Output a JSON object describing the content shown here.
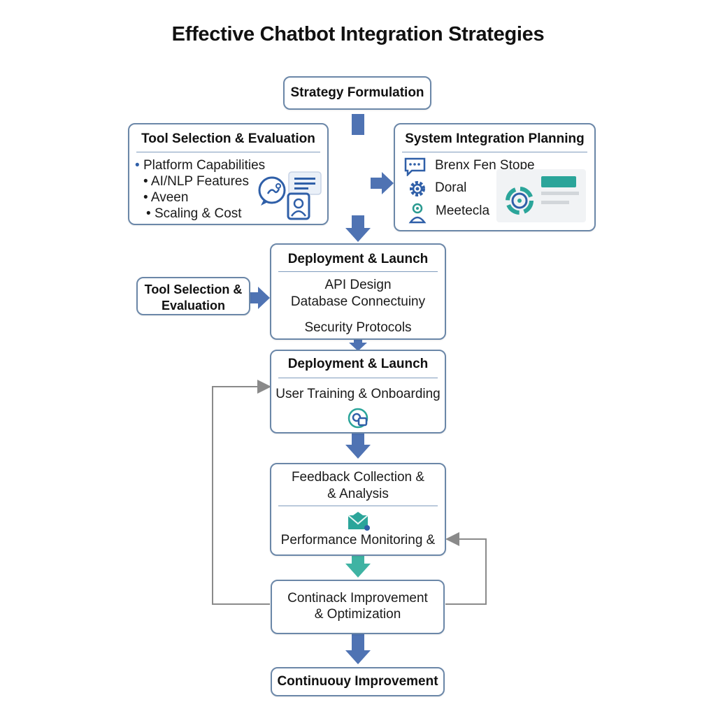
{
  "title": "Effective Chatbot Integration Strategies",
  "nodes": {
    "strategy": {
      "label": "Strategy Formulation"
    },
    "tool_selection": {
      "label": "Tool Selection & Evaluation",
      "items": [
        "Platform Capabilities",
        "AI/NLP Features",
        "Aveen",
        "Scaling & Cost"
      ]
    },
    "system_integration": {
      "label": "System Integration Planning",
      "items": [
        "Brenx Fen Stope",
        "Doral",
        "Meetecla"
      ]
    },
    "tool_selection_side": {
      "line1": "Tool Selection &",
      "line2": "Evaluation"
    },
    "deployment_1": {
      "label": "Deployment & Launch",
      "items": [
        "API Design",
        "Database Connectuiny",
        "Security Protocols"
      ]
    },
    "deployment_2": {
      "label": "Deployment & Launch",
      "items": [
        "User Training & Onboarding"
      ]
    },
    "feedback": {
      "line1": "Feedback Collection &",
      "line2": "& Analysis",
      "items": [
        "Performance Monitoring &"
      ]
    },
    "continack": {
      "line1": "Continack Improvement",
      "line2": "& Optimization"
    },
    "continuous": {
      "label": "Continuouy Improvement"
    }
  },
  "colors": {
    "border": "#6b87a8",
    "arrow_blue": "#4f73b3",
    "arrow_teal": "#3fb3a3",
    "teal": "#2ba59a",
    "connector_gray": "#8a8a8a"
  }
}
